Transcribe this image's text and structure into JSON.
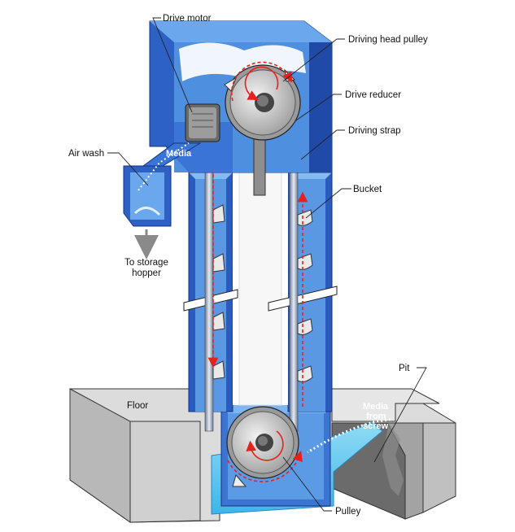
{
  "labels": {
    "drive_motor": "Drive motor",
    "driving_head_pulley": "Driving head pulley",
    "drive_reducer": "Drive reducer",
    "driving_strap": "Driving strap",
    "air_wash": "Air wash",
    "media": "Média",
    "bucket": "Bucket",
    "to_storage_line1": "To storage",
    "to_storage_line2": "hopper",
    "pit": "Pit",
    "floor": "Floor",
    "media_from_screw_line1": "Media",
    "media_from_screw_line2": "from",
    "media_from_screw_line3": "screw",
    "pulley": "Pulley"
  },
  "colors": {
    "casing_blue": "#2f63c6",
    "casing_dark": "#1c3f93",
    "casing_light": "#5aa0e8",
    "interior": "#4f8fe0",
    "cyan_fill": "#63c9ef",
    "concrete": "#d9d9d9",
    "concrete_dark": "#8a8a8a",
    "pulley_grey": "#c8c8c8",
    "arrow_red": "#e8201c"
  }
}
